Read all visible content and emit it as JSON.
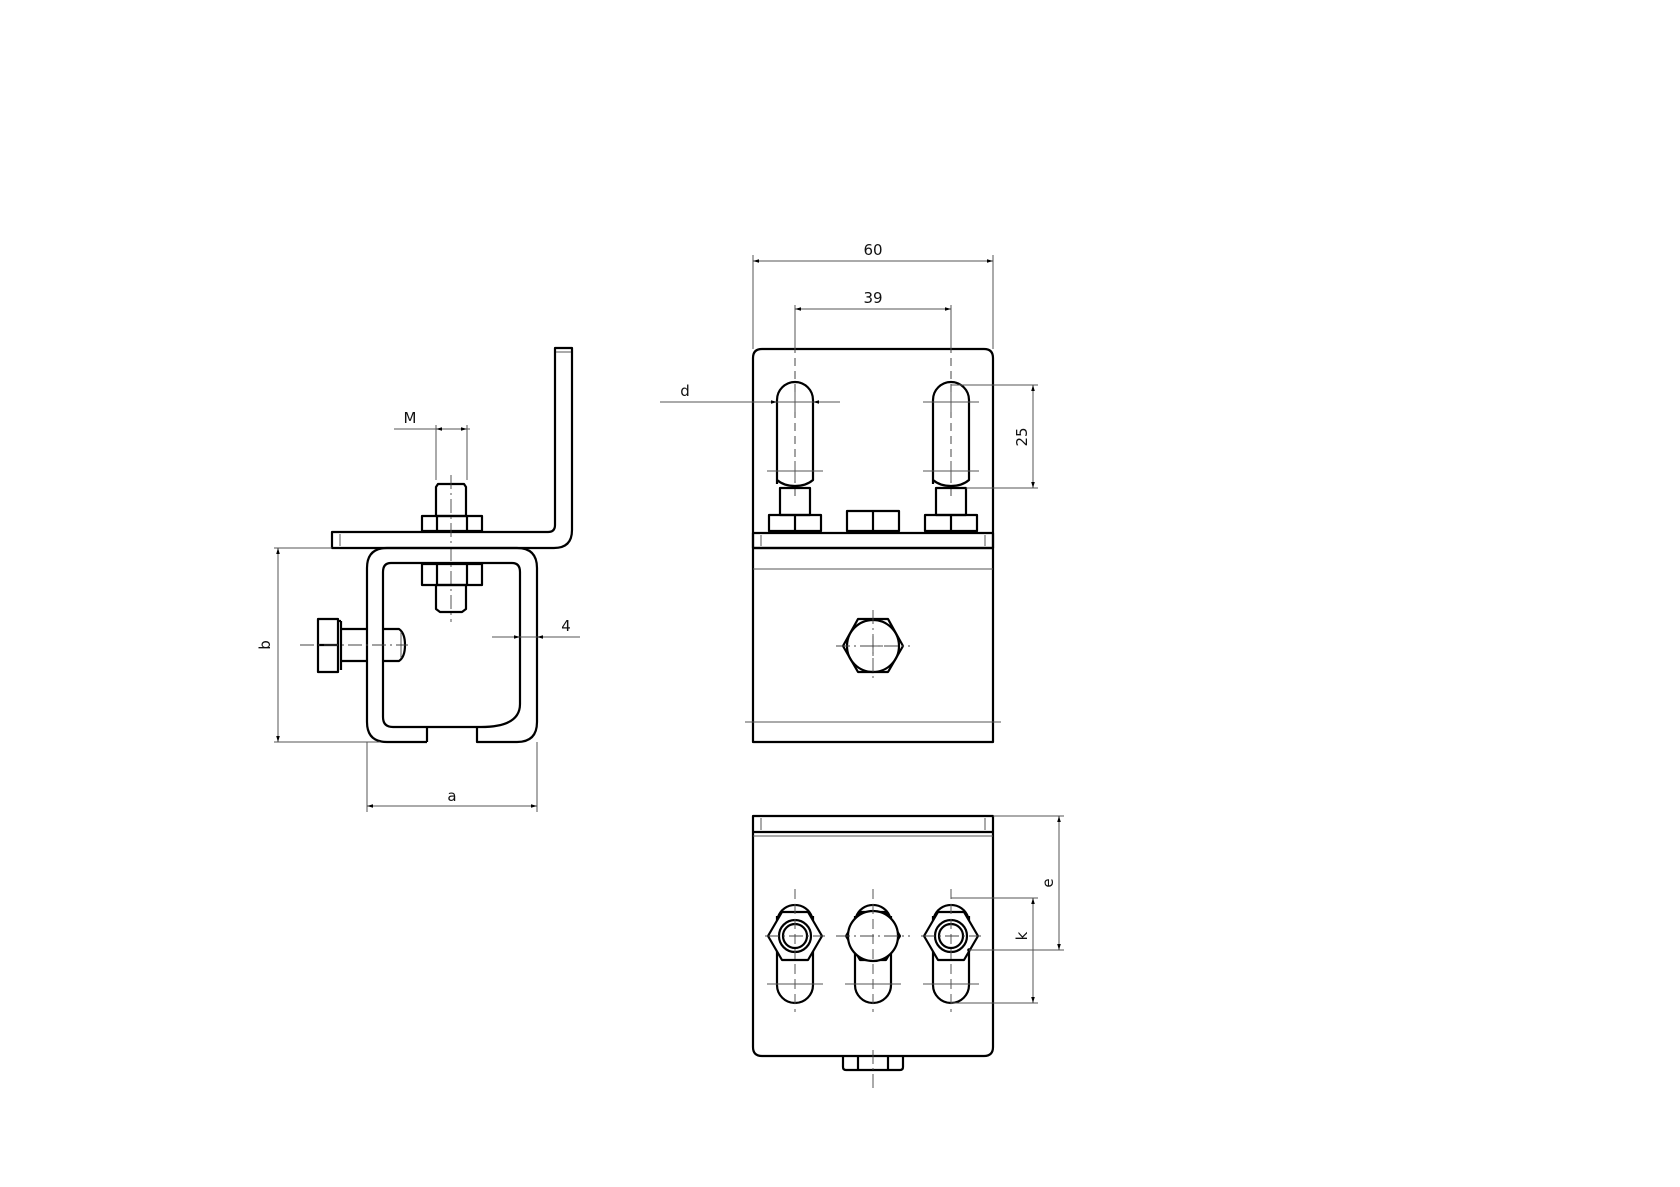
{
  "drawing": {
    "type": "technical-drawing",
    "views": [
      "side-view",
      "front-view",
      "bottom-view"
    ]
  },
  "side_view": {
    "dimensions": {
      "thread": "M",
      "wall_thickness": "4",
      "height": "b",
      "width": "a"
    }
  },
  "front_view": {
    "dimensions": {
      "overall_width": "60",
      "hole_spacing": "39",
      "slot_width": "d",
      "slot_length": "25"
    }
  },
  "bottom_view": {
    "dimensions": {
      "offset_e": "e",
      "offset_k": "k"
    }
  }
}
